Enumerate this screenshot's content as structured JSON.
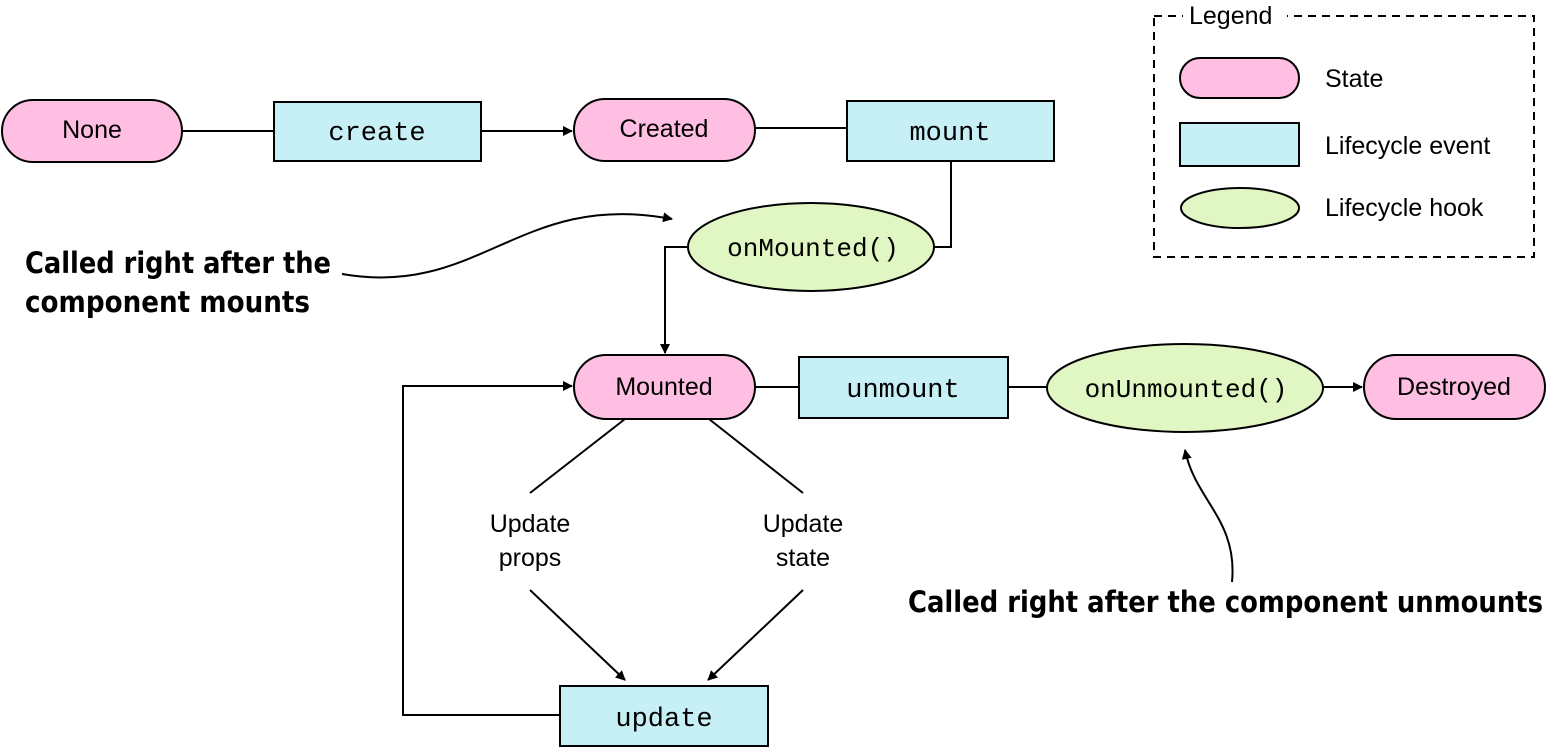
{
  "colors": {
    "state": "#FFBFE3",
    "event": "#C7F0F6",
    "hook": "#E0F7C3",
    "stroke": "#000000"
  },
  "nodes": {
    "none": {
      "label": "None",
      "kind": "state"
    },
    "create": {
      "label": "create",
      "kind": "event"
    },
    "created": {
      "label": "Created",
      "kind": "state"
    },
    "mount": {
      "label": "mount",
      "kind": "event"
    },
    "on_mounted": {
      "label": "onMounted()",
      "kind": "hook"
    },
    "mounted": {
      "label": "Mounted",
      "kind": "state"
    },
    "unmount": {
      "label": "unmount",
      "kind": "event"
    },
    "on_unmounted": {
      "label": "onUnmounted()",
      "kind": "hook"
    },
    "destroyed": {
      "label": "Destroyed",
      "kind": "state"
    },
    "update": {
      "label": "update",
      "kind": "event"
    }
  },
  "edge_labels": {
    "update_props": [
      "Update",
      "props"
    ],
    "update_state": [
      "Update",
      "state"
    ]
  },
  "annotations": {
    "mounted_note": [
      "Called right after the",
      "component mounts"
    ],
    "unmounted_note": "Called right after the component unmounts"
  },
  "legend": {
    "title": "Legend",
    "items": [
      {
        "kind": "state",
        "label": "State"
      },
      {
        "kind": "event",
        "label": "Lifecycle event"
      },
      {
        "kind": "hook",
        "label": "Lifecycle hook"
      }
    ]
  }
}
